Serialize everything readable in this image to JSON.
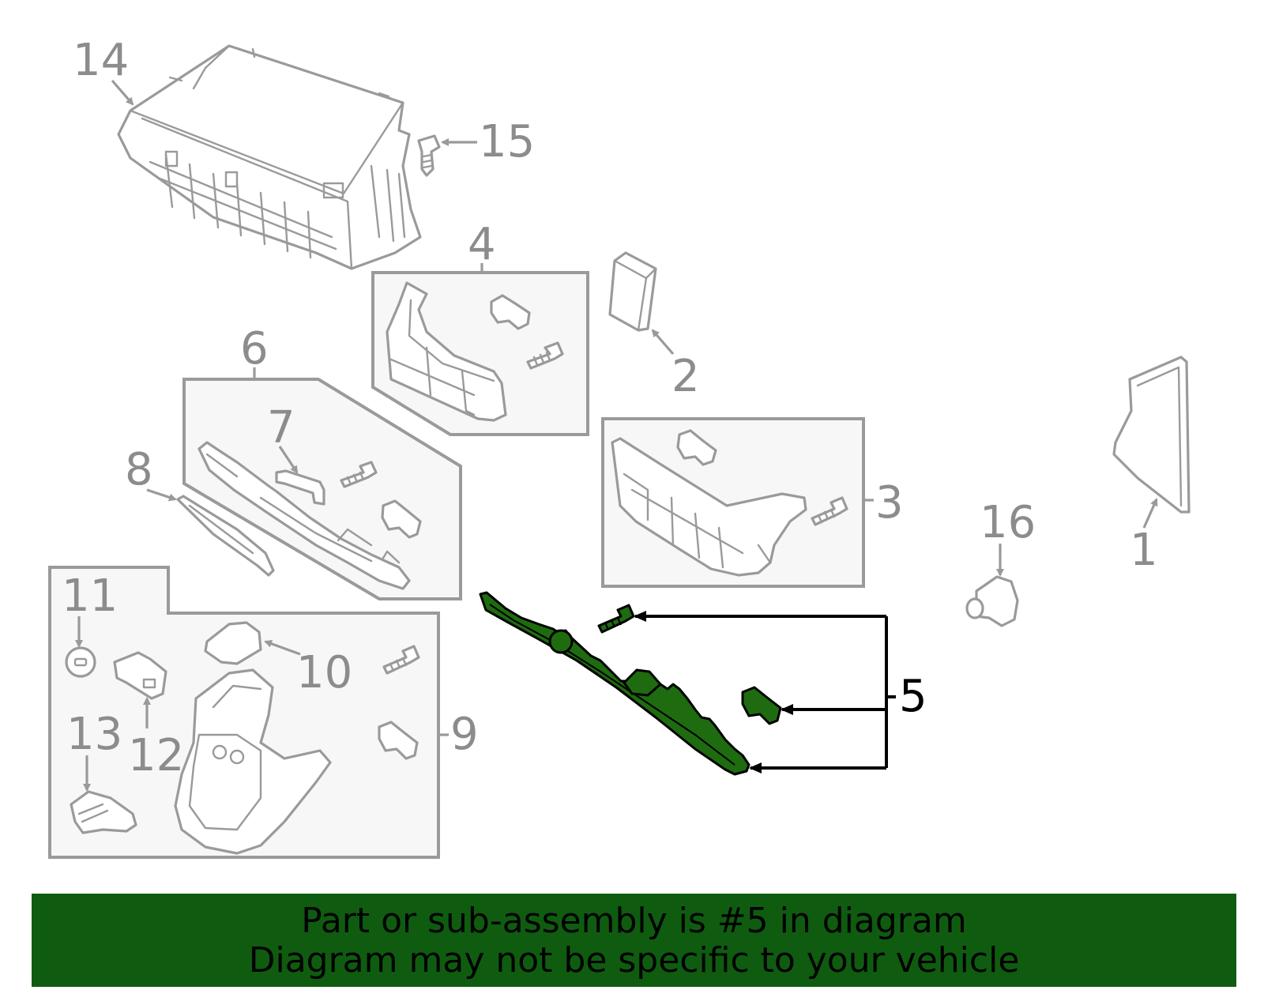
{
  "diagram": {
    "callouts": [
      "1",
      "2",
      "3",
      "4",
      "5",
      "6",
      "7",
      "8",
      "9",
      "10",
      "11",
      "12",
      "13",
      "14",
      "15",
      "16"
    ],
    "highlighted_callout": "5",
    "colors": {
      "highlight_fill": "#1e6b10",
      "line_gray": "#9a9a9a",
      "banner_background": "#0f5c10"
    }
  },
  "banner": {
    "line1": "Part or sub-assembly is #5 in diagram",
    "line2": "Diagram may not be specific to your vehicle"
  }
}
